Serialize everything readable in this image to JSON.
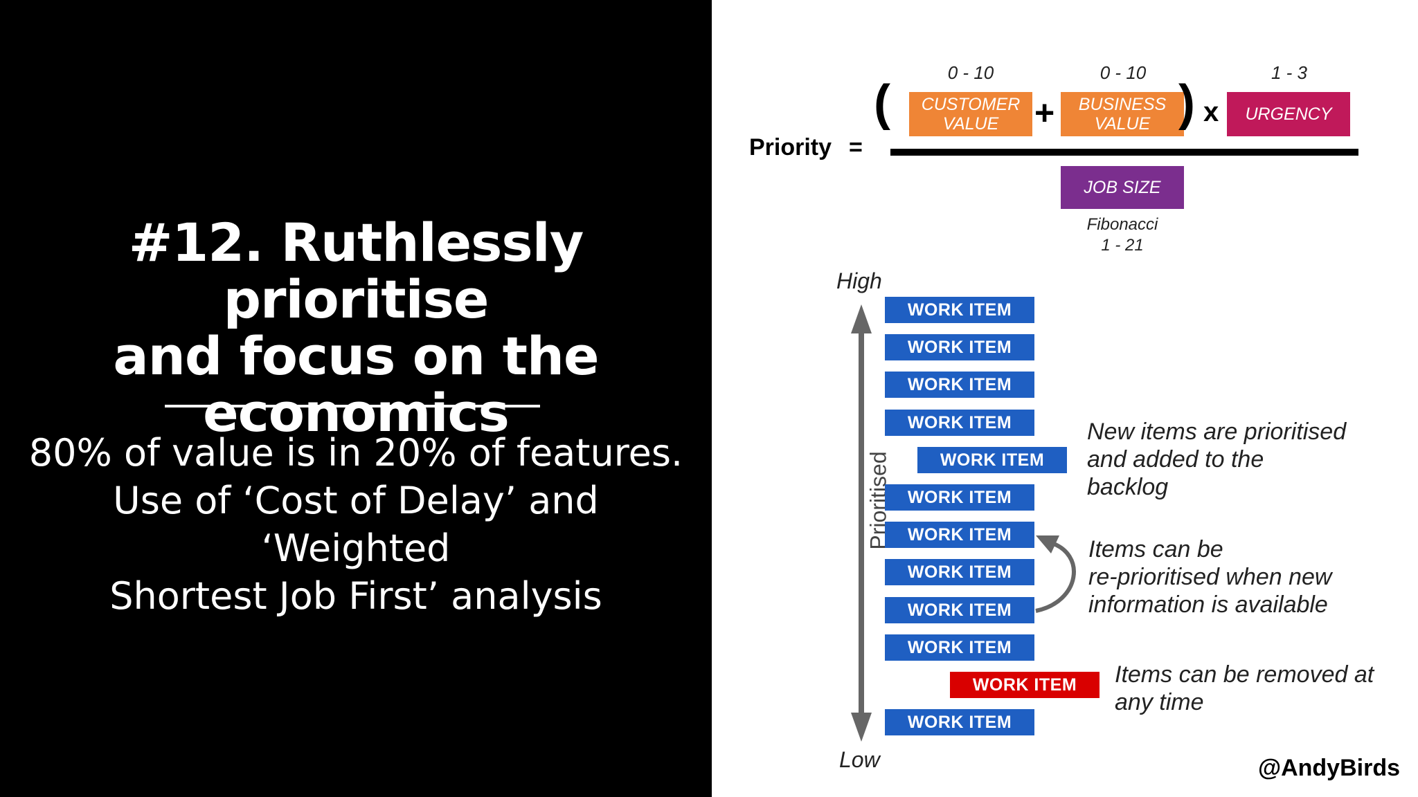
{
  "slide": {
    "title_line1": "#12. Ruthlessly prioritise",
    "title_line2": "and focus on the",
    "title_line3": "economics",
    "subtitle_line1": "80% of value is in 20% of features.",
    "subtitle_line2": "Use of ‘Cost of Delay’ and ‘Weighted",
    "subtitle_line3": "Shortest Job First’ analysis"
  },
  "formula": {
    "priority_label": "Priority",
    "equals": "=",
    "customer_value": {
      "line1": "CUSTOMER",
      "line2": "VALUE",
      "range": "0 - 10",
      "color": "#ef8536"
    },
    "business_value": {
      "line1": "BUSINESS",
      "line2": "VALUE",
      "range": "0 - 10",
      "color": "#ef8536"
    },
    "urgency": {
      "label": "URGENCY",
      "range": "1 - 3",
      "color": "#c0195a"
    },
    "job_size": {
      "label": "JOB SIZE",
      "scale_line1": "Fibonacci",
      "scale_line2": "1 - 21",
      "color": "#7b2e8e"
    },
    "open_paren": "(",
    "close_paren": ")",
    "plus": "+",
    "times": "x"
  },
  "backlog": {
    "high_label": "High",
    "low_label": "Low",
    "axis_title": "Prioritised",
    "item_color": "#1f5fc2",
    "removed_color": "#d90000",
    "items": [
      {
        "label": "WORK ITEM",
        "state": "normal"
      },
      {
        "label": "WORK ITEM",
        "state": "normal"
      },
      {
        "label": "WORK ITEM",
        "state": "normal"
      },
      {
        "label": "WORK ITEM",
        "state": "normal"
      },
      {
        "label": "WORK ITEM",
        "state": "new"
      },
      {
        "label": "WORK ITEM",
        "state": "normal"
      },
      {
        "label": "WORK ITEM",
        "state": "normal"
      },
      {
        "label": "WORK ITEM",
        "state": "normal"
      },
      {
        "label": "WORK ITEM",
        "state": "normal"
      },
      {
        "label": "WORK ITEM",
        "state": "normal"
      },
      {
        "label": "WORK ITEM",
        "state": "removed"
      },
      {
        "label": "WORK ITEM",
        "state": "normal"
      }
    ]
  },
  "notes": {
    "new_items": {
      "line1": "New items are prioritised",
      "line2": "and added to the",
      "line3": "backlog"
    },
    "reprioritise": {
      "line1": "Items can be",
      "line2": "re-prioritised when new",
      "line3": "information is available"
    },
    "removed": {
      "line1": "Items can be removed at",
      "line2": "any time"
    }
  },
  "footer": {
    "handle": "@AndyBirds"
  }
}
